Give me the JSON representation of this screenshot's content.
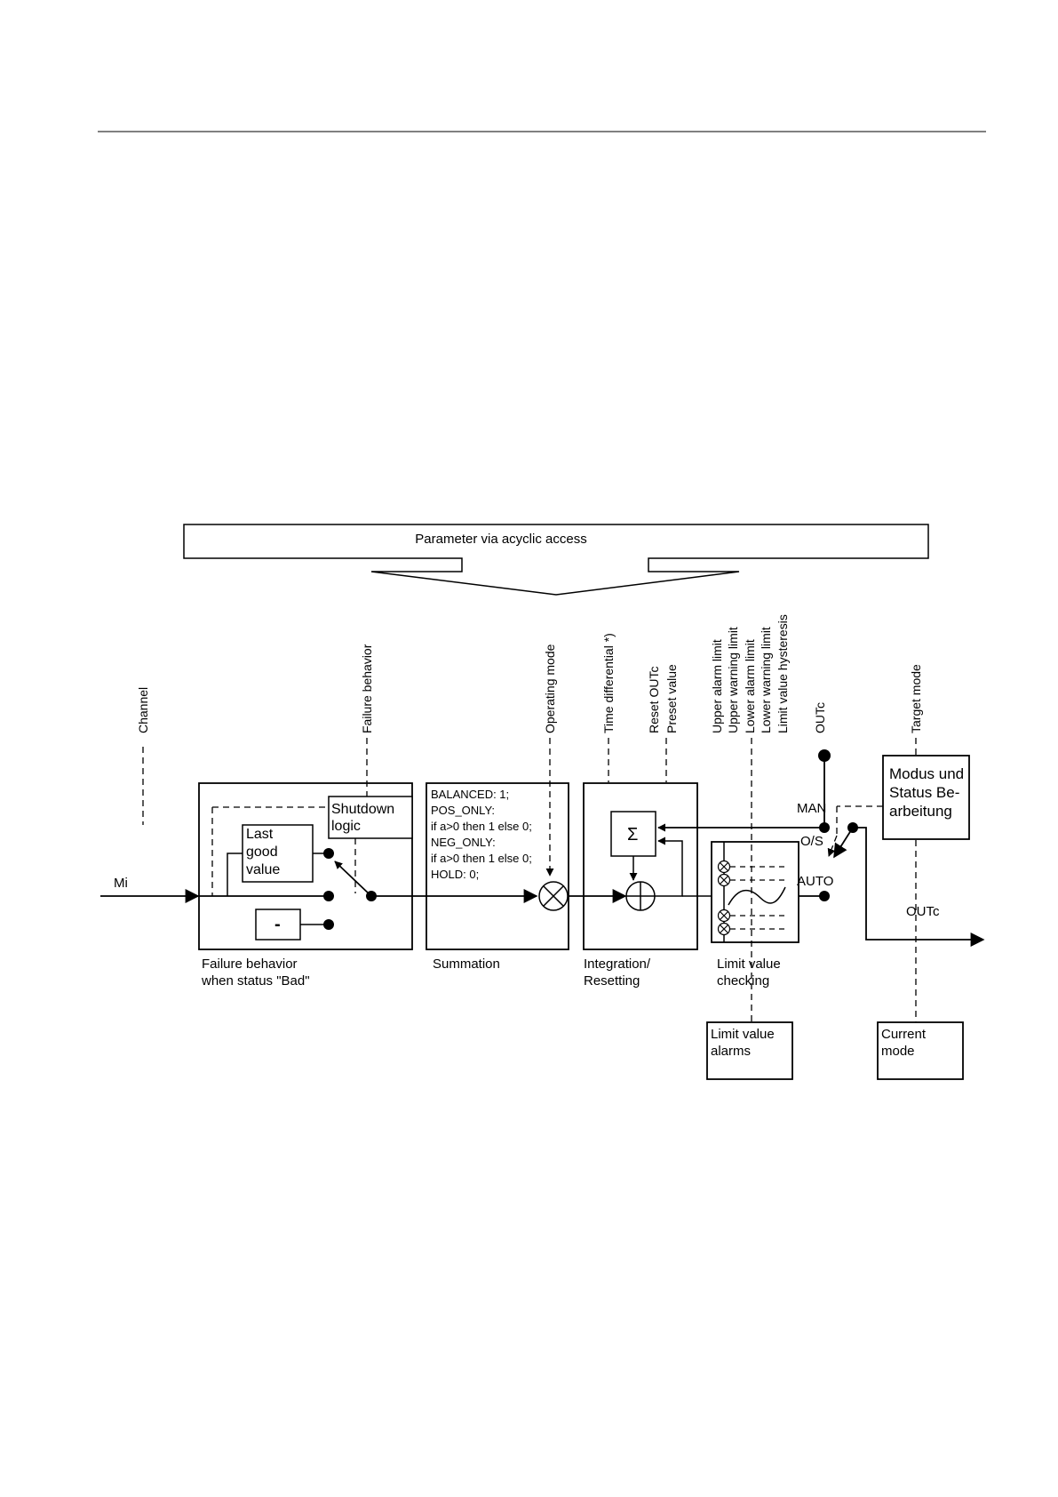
{
  "banner": {
    "text": "Parameter via acyclic access"
  },
  "params": {
    "channel": "Channel",
    "failure_behavior": "Failure behavior",
    "operating_mode": "Operating mode",
    "time_differential": "Time differential *)",
    "reset_outc": "Reset OUTc",
    "preset_value": "Preset value",
    "upper_alarm_limit": "Upper alarm limit",
    "upper_warning_limit": "Upper warning limit",
    "lower_alarm_limit": "Lower alarm limit",
    "lower_warning_limit": "Lower warning limit",
    "limit_value_hysteresis": "Limit value hysteresis",
    "outc": "OUTc",
    "target_mode": "Target mode"
  },
  "input": {
    "mi": "Mi"
  },
  "failure_block": {
    "shutdown_line1": "Shutdown",
    "shutdown_line2": "logic",
    "last_good_line1": "Last",
    "last_good_line2": "good",
    "last_good_line3": "value",
    "minus": "-",
    "caption_line1": "Failure behavior",
    "caption_line2": "when status \"Bad\""
  },
  "summation_block": {
    "line1": "BALANCED: 1;",
    "line2": "POS_ONLY:",
    "line3": "if a>0 then 1 else 0;",
    "line4": "NEG_ONLY:",
    "line5": "if a>0 then 1 else 0;",
    "line6": "HOLD: 0;",
    "caption": "Summation"
  },
  "integration_block": {
    "sigma": "Σ",
    "caption_line1": "Integration/",
    "caption_line2": "Resetting"
  },
  "limit_block": {
    "caption_line1": "Limit value",
    "caption_line2": "checking"
  },
  "mode_switch": {
    "man": "MAN",
    "os": "O/S",
    "auto": "AUTO"
  },
  "mode_block": {
    "line1": "Modus und",
    "line2": "Status Be-",
    "line3": "arbeitung"
  },
  "output": {
    "outc": "OUTc"
  },
  "alarms_box": {
    "line1": "Limit value",
    "line2": "alarms"
  },
  "current_mode_box": {
    "line1": "Current",
    "line2": "mode"
  }
}
